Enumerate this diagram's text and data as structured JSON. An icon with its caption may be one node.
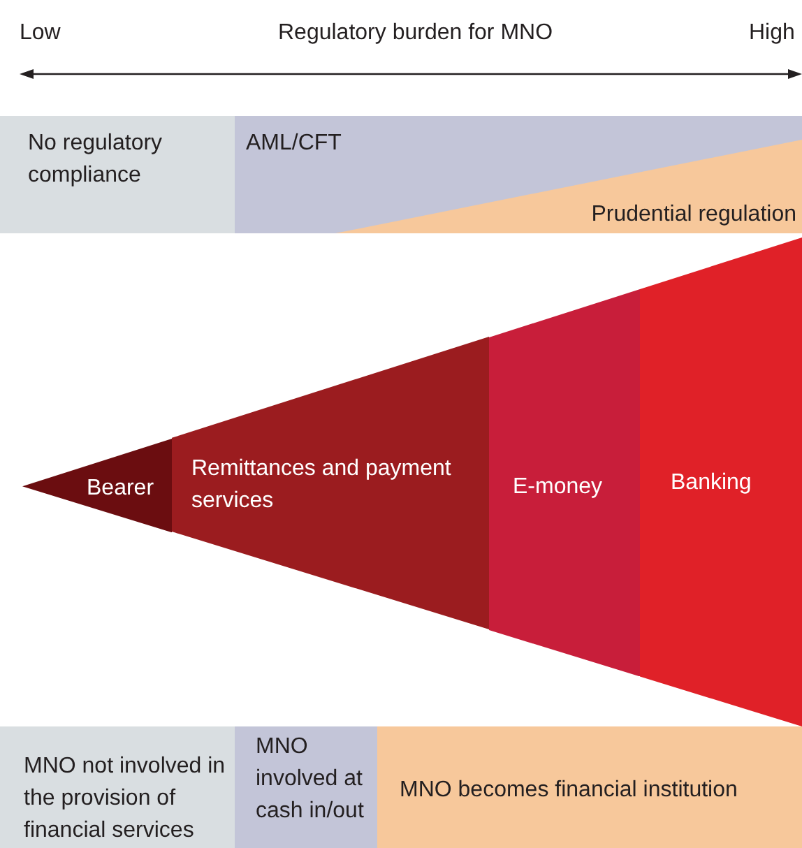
{
  "diagram": {
    "nodes": [
      {
        "text": [
          "No regulatory compliance"
        ]
      },
      {
        "text": [
          "AML/CFT"
        ]
      },
      {
        "text": [
          "Prudential regulation"
        ],
        "in": 1
      },
      {
        "text": [
          "Bearer"
        ]
      },
      {
        "text": [
          "Remittances and payment services"
        ]
      },
      {
        "text": [
          "E-money"
        ]
      },
      {
        "text": [
          "Banking"
        ]
      },
      {
        "text": [
          "MNO not involved in the provision of financial services"
        ]
      },
      {
        "text": [
          "MNO involved at cash in/out"
        ]
      },
      {
        "text": [
          "MNO becomes financial institution"
        ]
      }
    ],
    "labels": [
      "Low",
      "Regulatory burden for MNO",
      "High"
    ]
  }
}
